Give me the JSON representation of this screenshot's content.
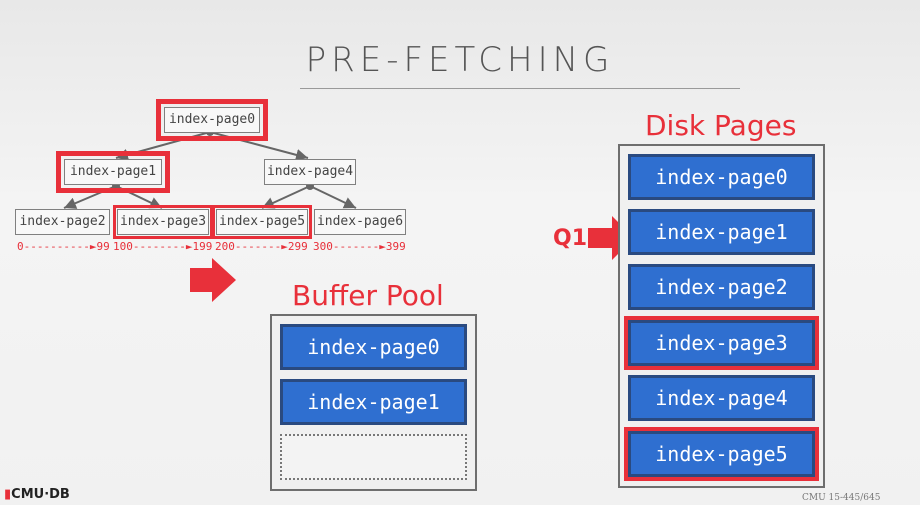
{
  "title": "PRE-FETCHING",
  "tree": {
    "root": "index-page0",
    "level1": [
      "index-page1",
      "index-page4"
    ],
    "leaves": [
      "index-page2",
      "index-page3",
      "index-page5",
      "index-page6"
    ],
    "ranges": [
      "0----------►99",
      "100--------►199",
      "200-------►299",
      "300-------►399"
    ]
  },
  "buffer_pool": {
    "label": "Buffer Pool",
    "frames": [
      "index-page0",
      "index-page1"
    ]
  },
  "disk": {
    "label": "Disk Pages",
    "pages": [
      "index-page0",
      "index-page1",
      "index-page2",
      "index-page3",
      "index-page4",
      "index-page5"
    ]
  },
  "query_label": "Q1",
  "footer": {
    "logo": "CMU·DB",
    "course": "CMU 15-445/645"
  },
  "colors": {
    "accent": "#e8303a",
    "page_blue": "#2f6fd0"
  }
}
